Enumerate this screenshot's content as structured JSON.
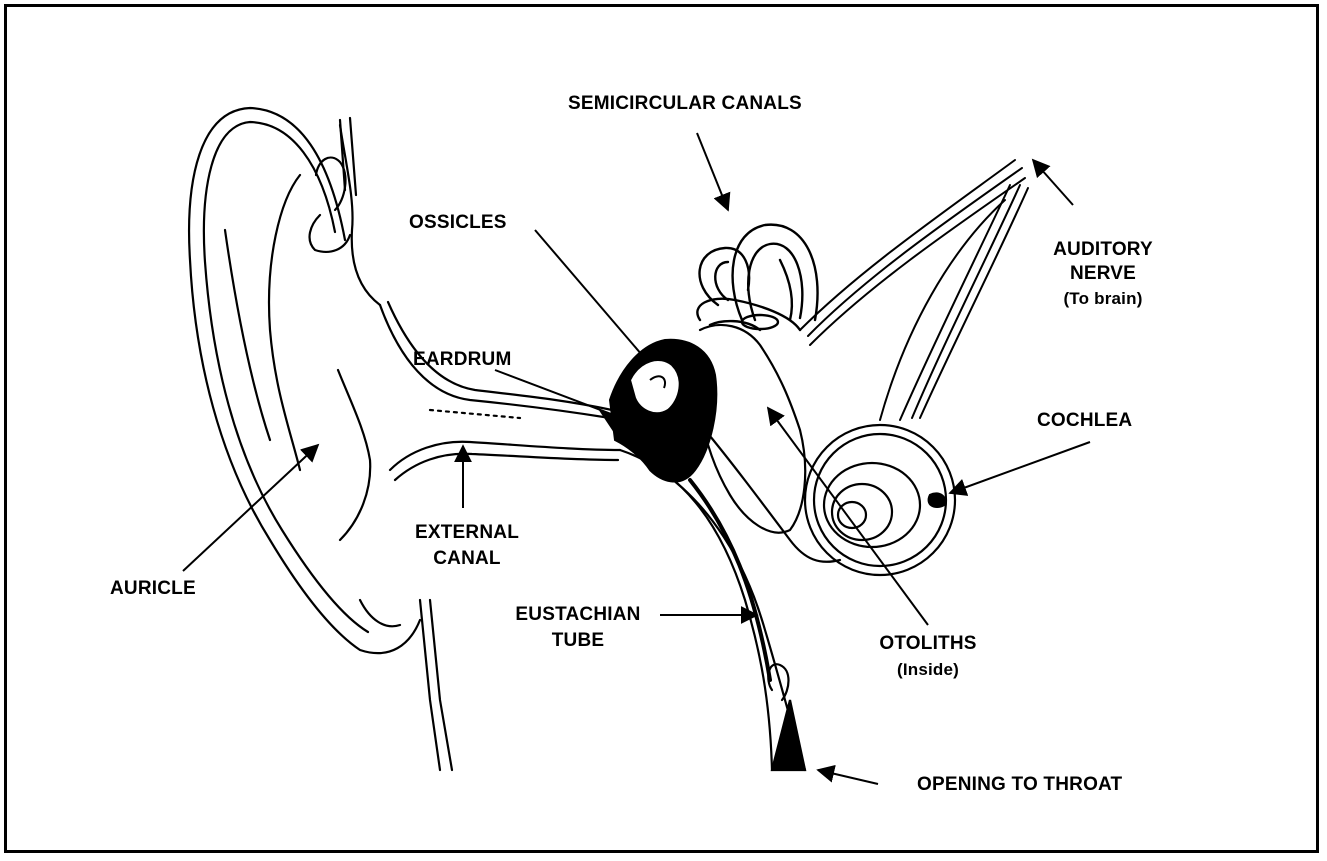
{
  "labels": {
    "semicircular_canals": "SEMICIRCULAR CANALS",
    "ossicles": "OSSICLES",
    "auditory_nerve_line1": "AUDITORY",
    "auditory_nerve_line2": "NERVE",
    "auditory_nerve_note": "(To brain)",
    "eardrum": "EARDRUM",
    "cochlea": "COCHLEA",
    "external_canal_line1": "EXTERNAL",
    "external_canal_line2": "CANAL",
    "auricle": "AURICLE",
    "eustachian_tube_line1": "EUSTACHIAN",
    "eustachian_tube_line2": "TUBE",
    "otoliths": "OTOLITHS",
    "otoliths_note": "(Inside)",
    "opening_to_throat": "OPENING TO THROAT"
  },
  "colors": {
    "ink": "#000000",
    "paper": "#ffffff"
  }
}
